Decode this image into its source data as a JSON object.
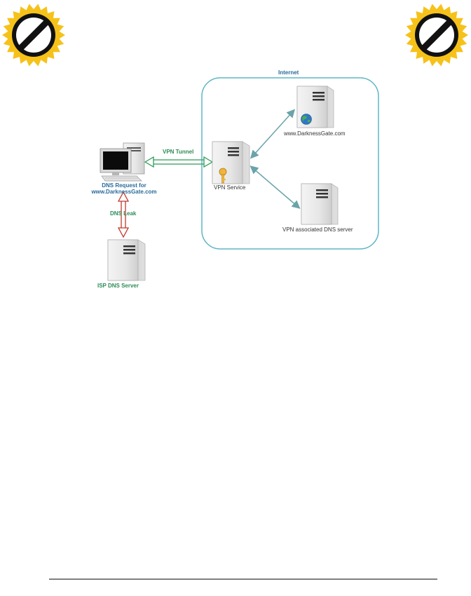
{
  "colors": {
    "badge_yellow": "#f6c21a",
    "badge_ring": "#111111",
    "internet_border": "#5fb6c6",
    "tunnel_green": "#2e9b57",
    "leak_red": "#c0392b",
    "link_teal": "#6aa3a9"
  },
  "badges": {
    "left_icon": "no-entry-badge-icon",
    "right_icon": "no-entry-badge-icon"
  },
  "diagram": {
    "internet_label": "Internet",
    "vpn_tunnel_label": "VPN Tunnel",
    "dns_leak_label": "DNS Leak",
    "client_label_line1": "DNS Request for",
    "client_label_line2": "www.DarknessGate.com",
    "vpn_service_label": "VPN Service",
    "website_label": "www.DarknessGate.com",
    "vpn_dns_label": "VPN associated DNS server",
    "isp_dns_label": "ISP DNS Server"
  }
}
